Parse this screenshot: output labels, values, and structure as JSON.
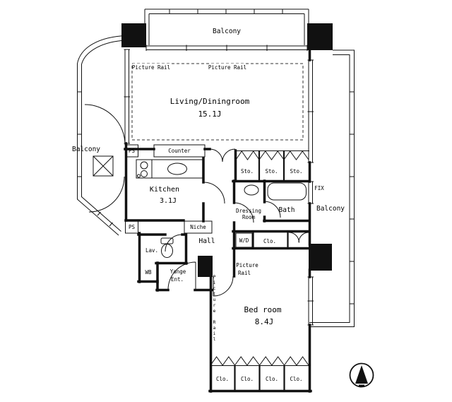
{
  "colors": {
    "line": "#111111",
    "background": "#ffffff"
  },
  "rooms": {
    "living": {
      "name": "Living/Diningroom",
      "size": "15.1J"
    },
    "kitchen": {
      "name": "Kitchen",
      "size": "3.1J"
    },
    "bedroom": {
      "name": "Bed room",
      "size": "8.4J"
    },
    "bath": "Bath",
    "hall": "Hall",
    "lav": "Lav.",
    "wb": "WB",
    "niche": "Niche",
    "dressing": {
      "line1": "Dressing",
      "line2": "Room"
    },
    "entrance": {
      "line1": "Yange",
      "line2": "Ent."
    },
    "wd": "W/D",
    "fix": "FIX"
  },
  "balconies": {
    "top": "Balcony",
    "left": "Balcony",
    "right": "Balcony"
  },
  "labels": {
    "counter": "Counter",
    "ps_top": "PS",
    "ps_bottom": "PS",
    "picture_rail_top_left": "Picture Rail",
    "picture_rail_top_right": "Picture Rail",
    "picture_rail_bedroom_line1": "Picture",
    "picture_rail_bedroom_line2": "Rail",
    "picture_rail_bedroom_vertical": "Picture Rail"
  },
  "storage": {
    "sto": [
      "Sto.",
      "Sto.",
      "Sto."
    ],
    "clo_middle": "Clo.",
    "clo_bottom": [
      "Clo.",
      "Clo.",
      "Clo.",
      "Clo."
    ]
  }
}
